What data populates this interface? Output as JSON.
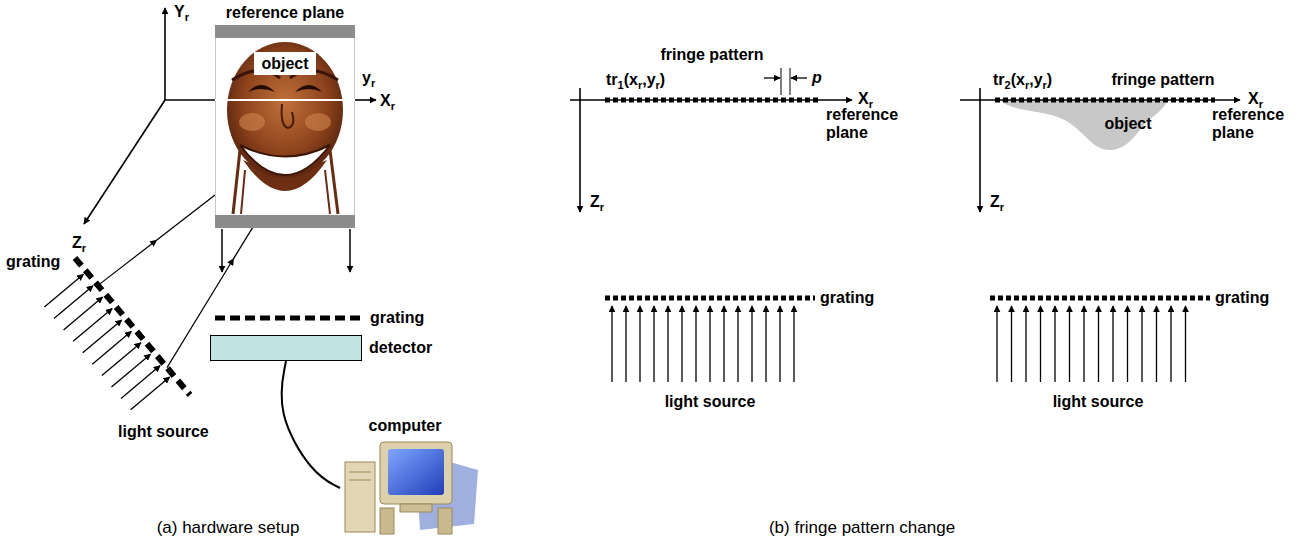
{
  "diagram": {
    "nodes": [
      {
        "text": [
          "reference plane"
        ]
      },
      {
        "text": [
          "object"
        ],
        "in": 0
      },
      {
        "text": [
          "detector"
        ]
      },
      {
        "text": [
          "computer"
        ]
      }
    ],
    "edges": [
      {
        "from": 2,
        "to": 3,
        "arrow": "none"
      }
    ],
    "labels": [
      "Yr",
      "Xr",
      "yr",
      "Zr",
      "grating",
      "light source",
      "grating",
      "(a) hardware setup",
      "tr1(xr,yr)",
      "fringe pattern",
      "p",
      "Xr",
      "reference plane",
      "Zr",
      "grating",
      "light source",
      "tr2(xr,yr)",
      "fringe pattern",
      "Xr",
      "reference plane",
      "object",
      "Zr",
      "grating",
      "light source",
      "(b) fringe pattern change"
    ]
  }
}
